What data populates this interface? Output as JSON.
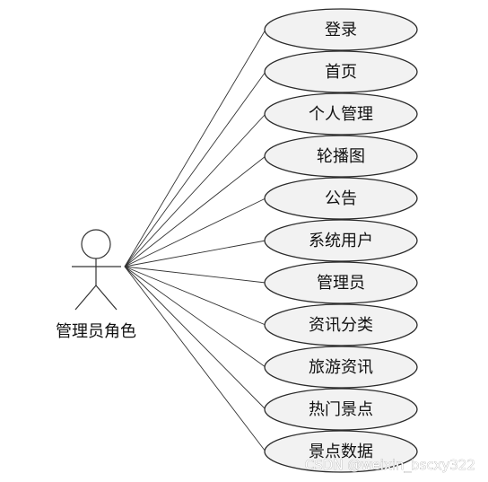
{
  "actor": {
    "label": "管理员角色"
  },
  "use_cases": [
    {
      "label": "登录"
    },
    {
      "label": "首页"
    },
    {
      "label": "个人管理"
    },
    {
      "label": "轮播图"
    },
    {
      "label": "公告"
    },
    {
      "label": "系统用户"
    },
    {
      "label": "管理员"
    },
    {
      "label": "资讯分类"
    },
    {
      "label": "旅游资讯"
    },
    {
      "label": "热门景点"
    },
    {
      "label": "景点数据"
    }
  ],
  "watermark": {
    "text": "CSDN @weixin_bscxy322"
  }
}
